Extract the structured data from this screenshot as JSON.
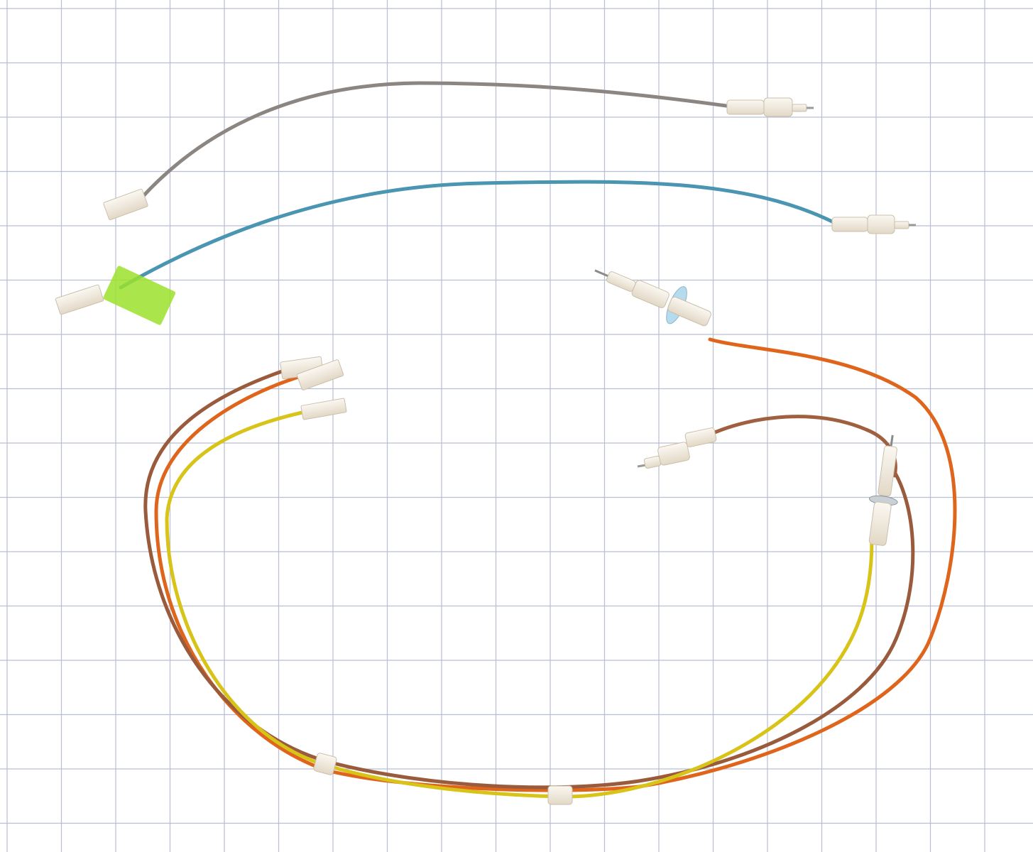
{
  "photo": {
    "background_color": "#ffffff",
    "grid_color": "#b9bfd2",
    "subject": "igniter-wire-harness"
  },
  "wires": [
    {
      "id": "gray",
      "color": "#8c8682"
    },
    {
      "id": "blue",
      "color": "#4a95b2"
    },
    {
      "id": "orange-main",
      "color": "#e0651c"
    },
    {
      "id": "brown-loop",
      "color": "#9a5a3c"
    },
    {
      "id": "yellow",
      "color": "#d8c418"
    },
    {
      "id": "brown-right",
      "color": "#a0603f"
    }
  ],
  "connector_color": "#efe8dc",
  "tag": {
    "color": "#9be22c",
    "text_lines": [
      "",
      "",
      ""
    ]
  }
}
